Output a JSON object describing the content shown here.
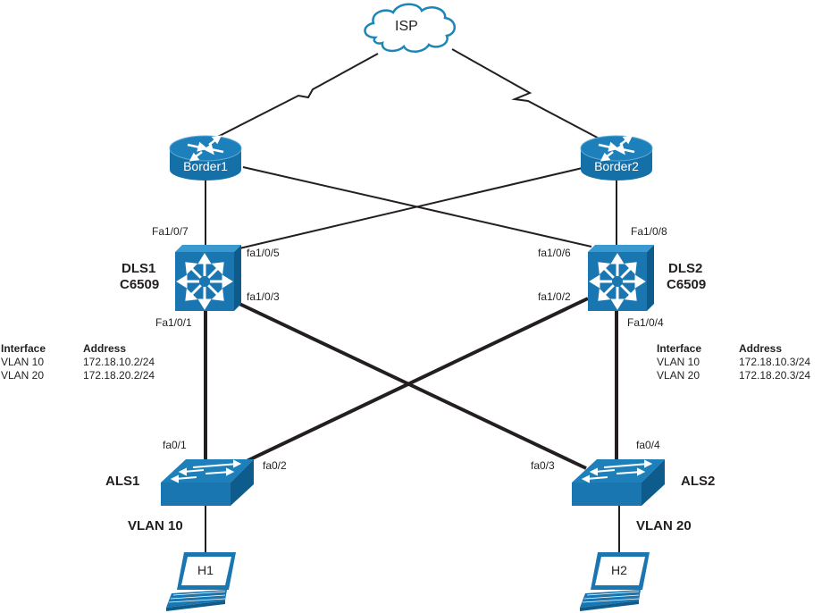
{
  "diagram": {
    "title": "",
    "colors": {
      "device_blue": "#1976b0",
      "device_dark": "#0d5c8c",
      "line": "#231f20",
      "cloud_outline": "#1d86b8"
    },
    "cloud": {
      "label": "ISP"
    },
    "routers": [
      {
        "id": "border1",
        "label": "Border1"
      },
      {
        "id": "border2",
        "label": "Border2"
      }
    ],
    "distribution_switches": [
      {
        "id": "dls1",
        "name": "DLS1",
        "model": "C6509"
      },
      {
        "id": "dls2",
        "name": "DLS2",
        "model": "C6509"
      }
    ],
    "access_switches": [
      {
        "id": "als1",
        "name": "ALS1",
        "vlan": "VLAN 10"
      },
      {
        "id": "als2",
        "name": "ALS2",
        "vlan": "VLAN 20"
      }
    ],
    "hosts": [
      {
        "id": "h1",
        "label": "H1"
      },
      {
        "id": "h2",
        "label": "H2"
      }
    ],
    "interfaces": {
      "dls1_border1": "Fa1/0/7",
      "dls1_border2": "fa1/0/5",
      "dls1_als2": "fa1/0/3",
      "dls1_als1": "Fa1/0/1",
      "dls2_border2": "Fa1/0/8",
      "dls2_border1": "fa1/0/6",
      "dls2_als1": "fa1/0/2",
      "dls2_als2": "Fa1/0/4",
      "als1_dls1": "fa0/1",
      "als1_dls2": "fa0/2",
      "als2_dls1": "fa0/3",
      "als2_dls2": "fa0/4"
    },
    "links": [
      {
        "from": "ISP",
        "to": "Border1",
        "type": "serial"
      },
      {
        "from": "ISP",
        "to": "Border2",
        "type": "serial"
      },
      {
        "from": "Border1",
        "to": "DLS1",
        "type": "ethernet"
      },
      {
        "from": "Border1",
        "to": "DLS2",
        "type": "ethernet"
      },
      {
        "from": "Border2",
        "to": "DLS1",
        "type": "ethernet"
      },
      {
        "from": "Border2",
        "to": "DLS2",
        "type": "ethernet"
      },
      {
        "from": "DLS1",
        "to": "ALS1",
        "type": "trunk"
      },
      {
        "from": "DLS1",
        "to": "ALS2",
        "type": "trunk"
      },
      {
        "from": "DLS2",
        "to": "ALS1",
        "type": "trunk"
      },
      {
        "from": "DLS2",
        "to": "ALS2",
        "type": "trunk"
      },
      {
        "from": "ALS1",
        "to": "H1",
        "type": "ethernet"
      },
      {
        "from": "ALS2",
        "to": "H2",
        "type": "ethernet"
      }
    ],
    "tables": [
      {
        "device": "DLS1",
        "headers": [
          "Interface",
          "Address"
        ],
        "rows": [
          [
            "VLAN 10",
            "172.18.10.2/24"
          ],
          [
            "VLAN 20",
            "172.18.20.2/24"
          ]
        ]
      },
      {
        "device": "DLS2",
        "headers": [
          "Interface",
          "Address"
        ],
        "rows": [
          [
            "VLAN 10",
            "172.18.10.3/24"
          ],
          [
            "VLAN 20",
            "172.18.20.3/24"
          ]
        ]
      }
    ]
  }
}
